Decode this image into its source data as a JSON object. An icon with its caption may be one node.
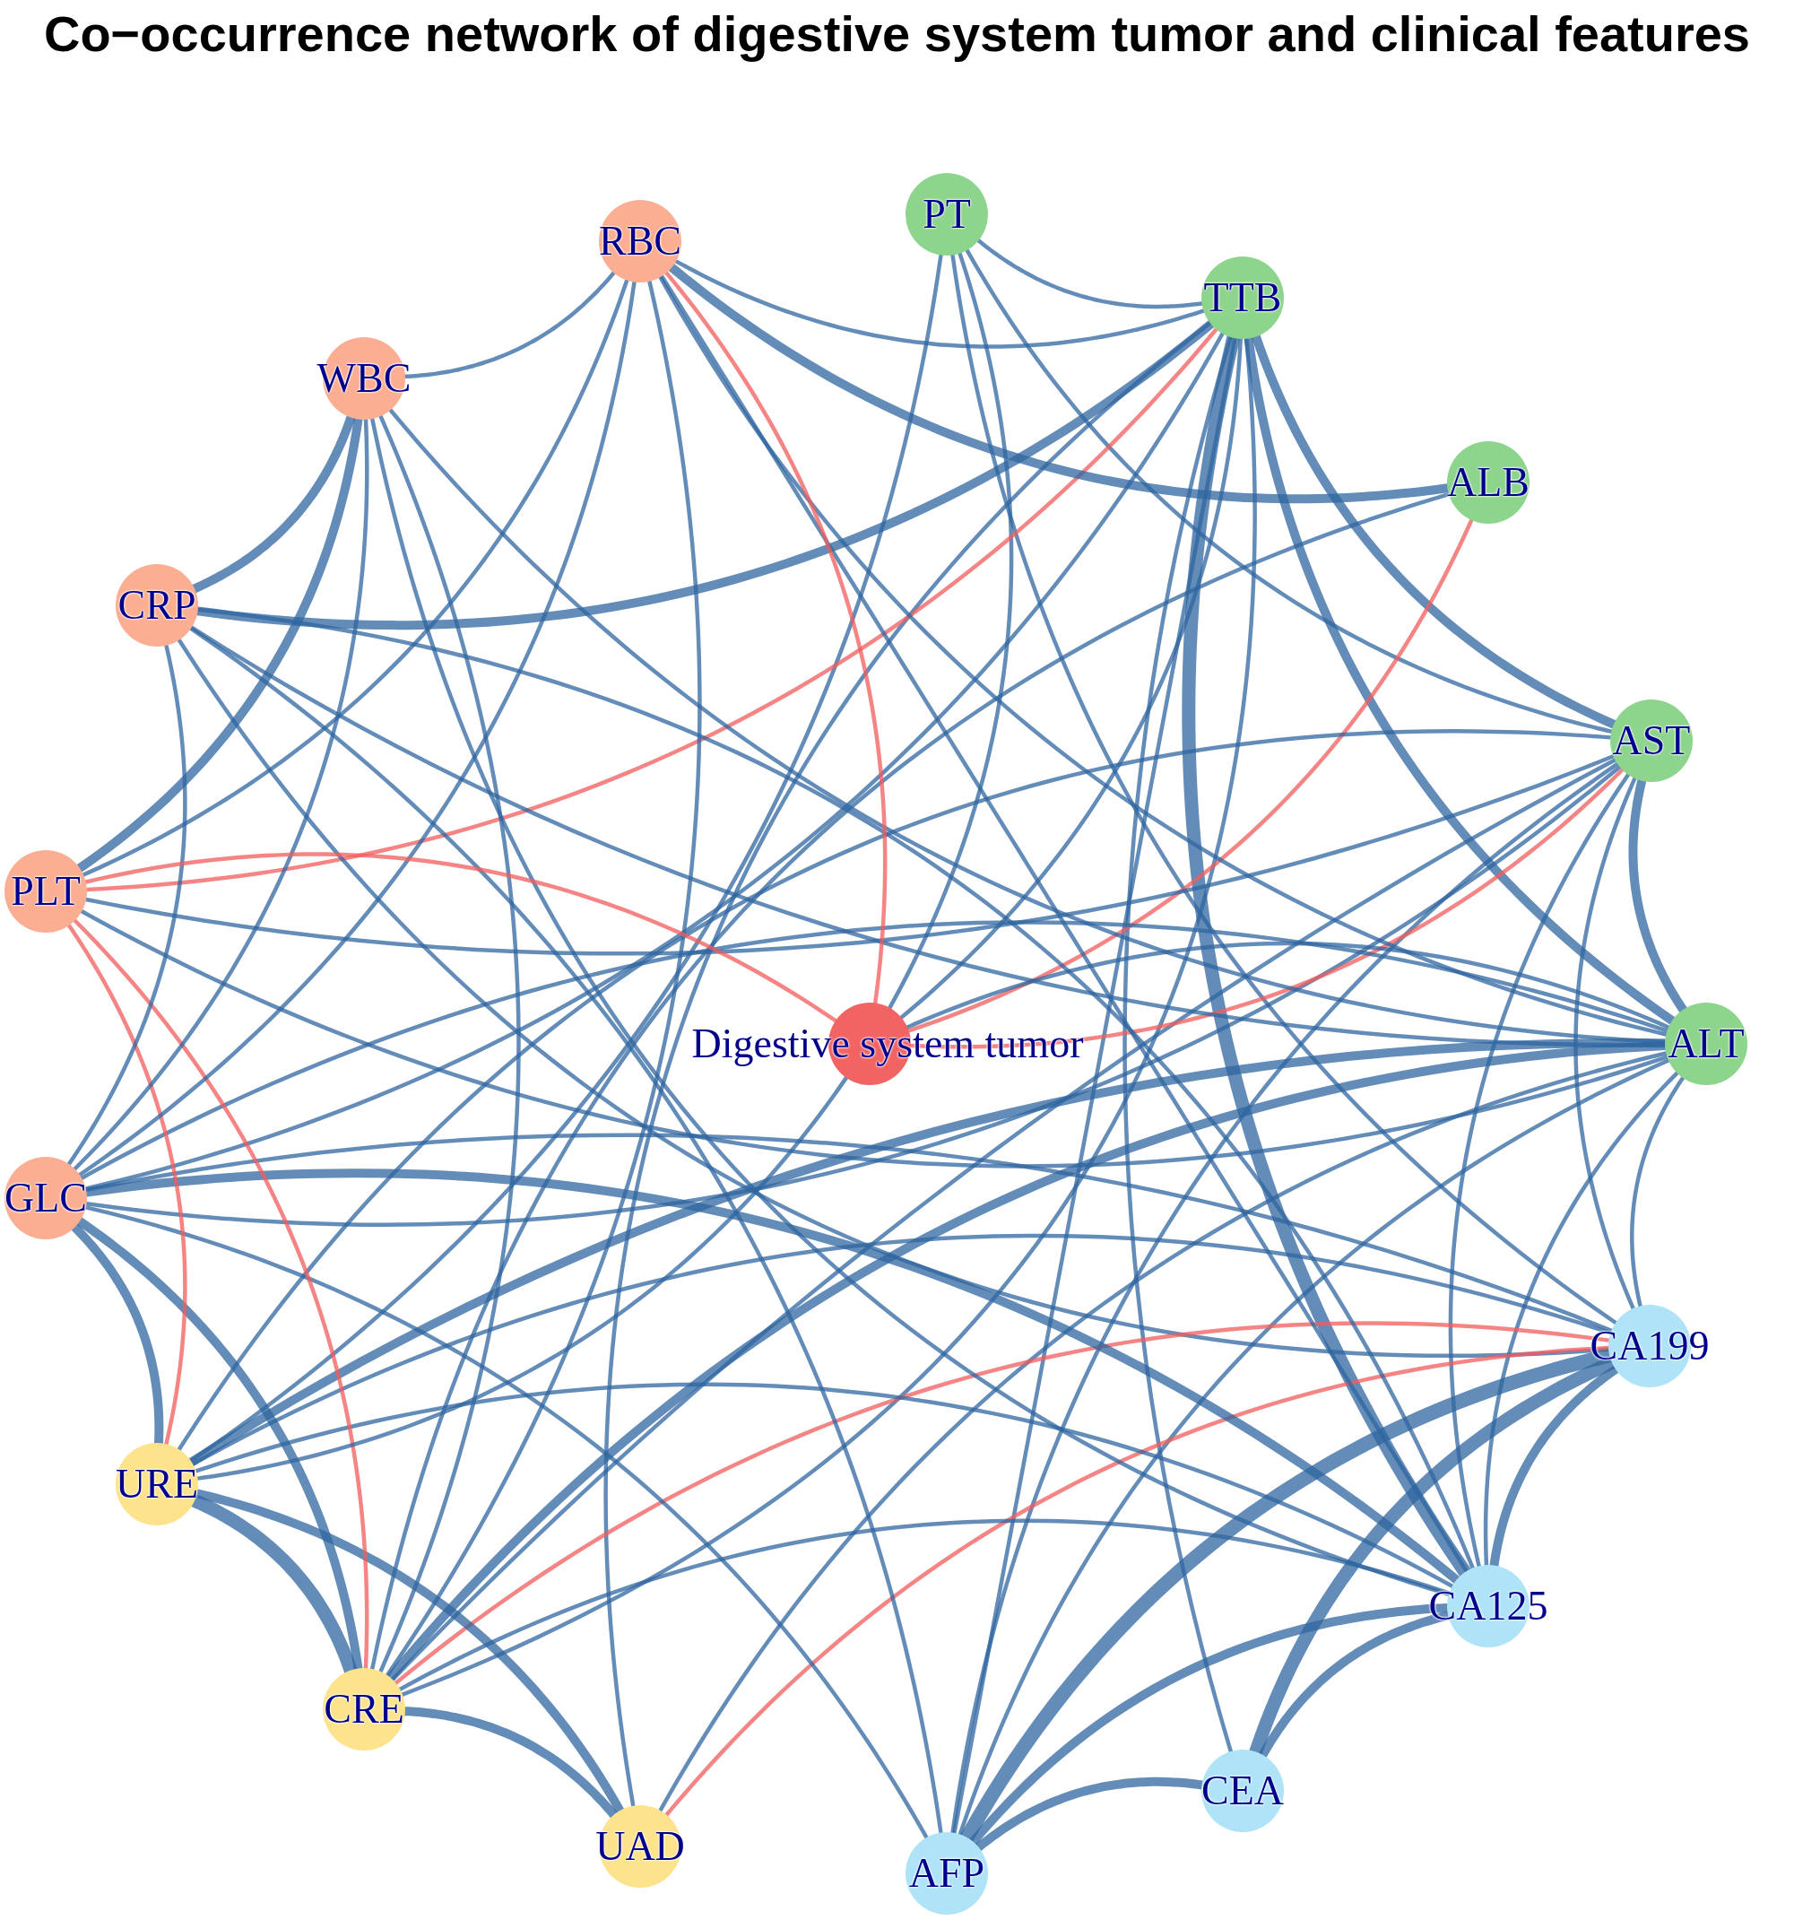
{
  "diagram": {
    "title": "Co−occurrence network of digestive system tumor and clinical features",
    "nodes": [
      {
        "text": [
          "PT"
        ]
      },
      {
        "text": [
          "TTB"
        ]
      },
      {
        "text": [
          "ALB"
        ]
      },
      {
        "text": [
          "AST"
        ]
      },
      {
        "text": [
          "ALT"
        ]
      },
      {
        "text": [
          "CA199"
        ]
      },
      {
        "text": [
          "CA125"
        ]
      },
      {
        "text": [
          "CEA"
        ]
      },
      {
        "text": [
          "AFP"
        ]
      },
      {
        "text": [
          "UAD"
        ]
      },
      {
        "text": [
          "CRE"
        ]
      },
      {
        "text": [
          "URE"
        ]
      },
      {
        "text": [
          "GLC"
        ]
      },
      {
        "text": [
          "PLT"
        ]
      },
      {
        "text": [
          "CRP"
        ]
      },
      {
        "text": [
          "WBC"
        ]
      },
      {
        "text": [
          "RBC"
        ]
      },
      {
        "text": [
          "Digestive system tumor"
        ]
      }
    ],
    "edges": [
      {
        "from": 0,
        "to": 1,
        "arrow": "none"
      },
      {
        "from": 0,
        "to": 3,
        "arrow": "none"
      },
      {
        "from": 0,
        "to": 5,
        "arrow": "none"
      },
      {
        "from": 0,
        "to": 17,
        "arrow": "none"
      },
      {
        "from": 0,
        "to": 11,
        "arrow": "none"
      },
      {
        "from": 1,
        "to": 16,
        "arrow": "none"
      },
      {
        "from": 1,
        "to": 14,
        "arrow": "none",
        "style": "thick"
      },
      {
        "from": 1,
        "to": 3,
        "arrow": "none",
        "style": "thick"
      },
      {
        "from": 1,
        "to": 4,
        "arrow": "none",
        "style": "thick"
      },
      {
        "from": 1,
        "to": 6,
        "arrow": "none",
        "style": "thick"
      },
      {
        "from": 1,
        "to": 8,
        "arrow": "none"
      },
      {
        "from": 1,
        "to": 17,
        "arrow": "none"
      },
      {
        "from": 1,
        "to": 12,
        "arrow": "none"
      },
      {
        "from": 1,
        "to": 10,
        "arrow": "none"
      },
      {
        "from": 1,
        "to": 9,
        "arrow": "none"
      },
      {
        "from": 1,
        "to": 7,
        "arrow": "none"
      },
      {
        "from": 1,
        "to": 13,
        "arrow": "none",
        "color": "#f25c5c"
      },
      {
        "from": 2,
        "to": 16,
        "arrow": "none",
        "style": "thick"
      },
      {
        "from": 2,
        "to": 10,
        "arrow": "none"
      },
      {
        "from": 2,
        "to": 17,
        "arrow": "none",
        "color": "#f25c5c"
      },
      {
        "from": 3,
        "to": 13,
        "arrow": "none"
      },
      {
        "from": 3,
        "to": 10,
        "arrow": "none"
      },
      {
        "from": 3,
        "to": 12,
        "arrow": "none"
      },
      {
        "from": 3,
        "to": 4,
        "arrow": "none",
        "style": "thick"
      },
      {
        "from": 3,
        "to": 5,
        "arrow": "none"
      },
      {
        "from": 3,
        "to": 6,
        "arrow": "none"
      },
      {
        "from": 3,
        "to": 8,
        "arrow": "none"
      },
      {
        "from": 3,
        "to": 11,
        "arrow": "none"
      },
      {
        "from": 3,
        "to": 17,
        "arrow": "none",
        "color": "#f25c5c"
      },
      {
        "from": 4,
        "to": 17,
        "arrow": "none"
      },
      {
        "from": 4,
        "to": 13,
        "arrow": "none"
      },
      {
        "from": 4,
        "to": 14,
        "arrow": "none"
      },
      {
        "from": 4,
        "to": 15,
        "arrow": "none"
      },
      {
        "from": 4,
        "to": 11,
        "arrow": "none",
        "style": "thick"
      },
      {
        "from": 4,
        "to": 10,
        "arrow": "none",
        "style": "thick"
      },
      {
        "from": 4,
        "to": 9,
        "arrow": "none"
      },
      {
        "from": 4,
        "to": 5,
        "arrow": "none"
      },
      {
        "from": 4,
        "to": 6,
        "arrow": "none"
      },
      {
        "from": 4,
        "to": 16,
        "arrow": "none"
      },
      {
        "from": 4,
        "to": 12,
        "arrow": "none"
      },
      {
        "from": 4,
        "to": 8,
        "arrow": "none"
      },
      {
        "from": 5,
        "to": 8,
        "arrow": "none",
        "style": "thick"
      },
      {
        "from": 5,
        "to": 7,
        "arrow": "none",
        "style": "thick"
      },
      {
        "from": 5,
        "to": 6,
        "arrow": "none",
        "style": "thick"
      },
      {
        "from": 5,
        "to": 12,
        "arrow": "none"
      },
      {
        "from": 5,
        "to": 14,
        "arrow": "none"
      },
      {
        "from": 5,
        "to": 11,
        "arrow": "none"
      },
      {
        "from": 5,
        "to": 10,
        "arrow": "none",
        "color": "#f25c5c"
      },
      {
        "from": 5,
        "to": 9,
        "arrow": "none",
        "color": "#f25c5c"
      },
      {
        "from": 6,
        "to": 16,
        "arrow": "none"
      },
      {
        "from": 6,
        "to": 15,
        "arrow": "none"
      },
      {
        "from": 6,
        "to": 14,
        "arrow": "none"
      },
      {
        "from": 6,
        "to": 12,
        "arrow": "none",
        "style": "thick"
      },
      {
        "from": 6,
        "to": 11,
        "arrow": "none"
      },
      {
        "from": 6,
        "to": 10,
        "arrow": "none"
      },
      {
        "from": 6,
        "to": 8,
        "arrow": "none",
        "style": "thick"
      },
      {
        "from": 6,
        "to": 7,
        "arrow": "none",
        "style": "thick"
      },
      {
        "from": 8,
        "to": 7,
        "arrow": "none",
        "style": "thick"
      },
      {
        "from": 8,
        "to": 12,
        "arrow": "none"
      },
      {
        "from": 8,
        "to": 14,
        "arrow": "none"
      },
      {
        "from": 9,
        "to": 10,
        "arrow": "none",
        "style": "thick"
      },
      {
        "from": 9,
        "to": 11,
        "arrow": "none",
        "style": "thick"
      },
      {
        "from": 10,
        "to": 11,
        "arrow": "none",
        "style": "thick"
      },
      {
        "from": 10,
        "to": 12,
        "arrow": "none",
        "style": "thick"
      },
      {
        "from": 10,
        "to": 16,
        "arrow": "none"
      },
      {
        "from": 10,
        "to": 15,
        "arrow": "none"
      },
      {
        "from": 10,
        "to": 13,
        "arrow": "none",
        "color": "#f25c5c"
      },
      {
        "from": 11,
        "to": 12,
        "arrow": "none",
        "style": "thick"
      },
      {
        "from": 11,
        "to": 17,
        "arrow": "none"
      },
      {
        "from": 11,
        "to": 13,
        "arrow": "none",
        "color": "#f25c5c"
      },
      {
        "from": 12,
        "to": 14,
        "arrow": "none"
      },
      {
        "from": 12,
        "to": 15,
        "arrow": "none"
      },
      {
        "from": 12,
        "to": 16,
        "arrow": "none"
      },
      {
        "from": 14,
        "to": 15,
        "arrow": "none",
        "style": "thick"
      },
      {
        "from": 15,
        "to": 16,
        "arrow": "none"
      },
      {
        "from": 15,
        "to": 13,
        "arrow": "none",
        "style": "thick"
      },
      {
        "from": 16,
        "to": 13,
        "arrow": "none"
      },
      {
        "from": 16,
        "to": 17,
        "arrow": "none",
        "color": "#f25c5c"
      },
      {
        "from": 13,
        "to": 17,
        "arrow": "none",
        "color": "#f25c5c"
      }
    ]
  }
}
